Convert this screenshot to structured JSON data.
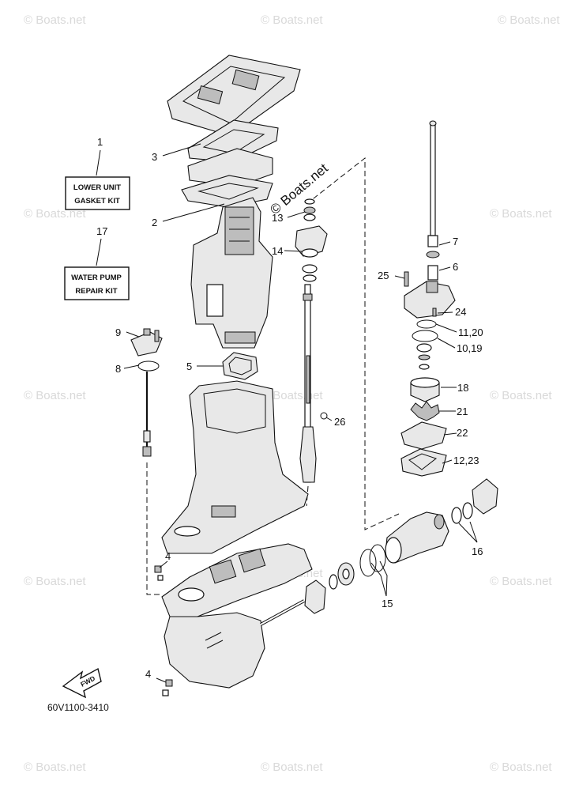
{
  "watermark_text": "© Boats.net",
  "overlay_watermark": "© Boats.net",
  "diagram_code": "60V1100-3410",
  "kits": [
    {
      "num": "1",
      "line1": "LOWER UNIT",
      "line2": "GASKET KIT"
    },
    {
      "num": "17",
      "line1": "WATER PUMP",
      "line2": "REPAIR KIT"
    }
  ],
  "callouts": {
    "c2": "2",
    "c3": "3",
    "c4a": "4",
    "c4b": "4",
    "c5": "5",
    "c6": "6",
    "c7": "7",
    "c8": "8",
    "c9": "9",
    "c10_19": "10,19",
    "c11_20": "11,20",
    "c12_23": "12,23",
    "c13": "13",
    "c14": "14",
    "c15": "15",
    "c16": "16",
    "c18": "18",
    "c21": "21",
    "c22": "22",
    "c24": "24",
    "c25": "25",
    "c26": "26"
  },
  "fwd_label": "FWD"
}
